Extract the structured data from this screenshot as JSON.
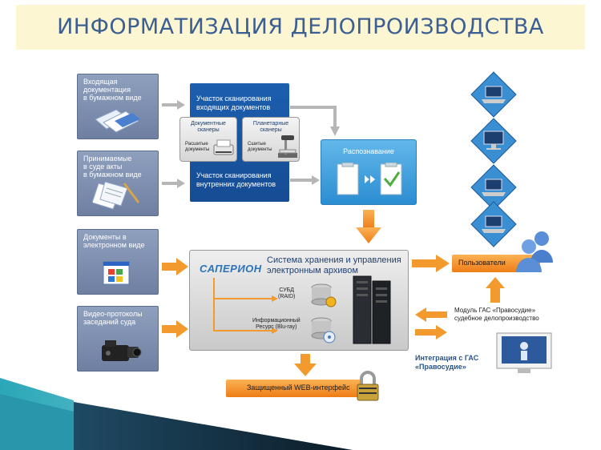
{
  "title": "ИНФОРМАТИЗАЦИЯ ДЕЛОПРОИЗВОДСТВА",
  "sources": [
    {
      "id": "paper-incoming",
      "label_lines": [
        "Входящая",
        "документация",
        "в бумажном виде"
      ]
    },
    {
      "id": "court-acts",
      "label_lines": [
        "Принимаемые",
        "в суде акты",
        "в бумажном виде"
      ]
    },
    {
      "id": "electronic",
      "label_lines": [
        "Документы в",
        "электронном виде"
      ]
    },
    {
      "id": "video",
      "label_lines": [
        "Видео-протоколы",
        "заседаний суда"
      ]
    }
  ],
  "scanning": {
    "top_label_lines": [
      "Участок сканирования",
      "входящих документов"
    ],
    "bottom_label_lines": [
      "Участок сканирования",
      "внутренних документов"
    ],
    "doc_scanners": {
      "title_lines": [
        "Документные",
        "сканеры"
      ],
      "sub_lines": [
        "Расшитые",
        "документы"
      ]
    },
    "planetary_scanners": {
      "title_lines": [
        "Планетарные",
        "сканеры"
      ],
      "sub_lines": [
        "Сшитые",
        "документы"
      ]
    }
  },
  "recognition": {
    "label": "Распознавание"
  },
  "archive": {
    "logo": "САПЕРИОН",
    "title_lines": [
      "Система хранения и управления",
      "электронным архивом"
    ],
    "dbms_lines": [
      "СУБД",
      "(RAID)"
    ],
    "resource_lines": [
      "Информационный",
      "Ресурс (Blu-ray)"
    ]
  },
  "web": {
    "label": "Защищенный WEB-интерфейс"
  },
  "users": {
    "label": "Пользователи"
  },
  "gas": {
    "label_lines": [
      "Модуль ГАС «Правосудие»",
      "судебное делопроизводство"
    ]
  },
  "integration": {
    "label_lines": [
      "Интеграция с ГАС",
      "«Правосудие»"
    ]
  },
  "colors": {
    "title": "#3b5f93",
    "accent_orange": "#f08a1c",
    "scan_blue": "#1c5fae",
    "recog_blue": "#3a9ad9"
  }
}
